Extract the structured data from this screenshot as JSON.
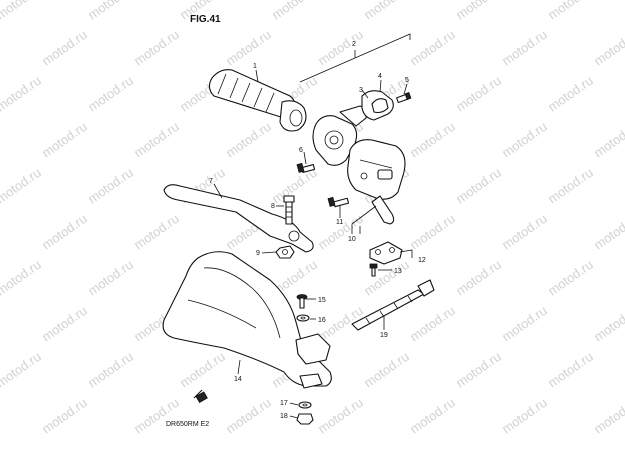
{
  "figure_title": "FIG.41",
  "model_code": "DR650RM E2",
  "watermark_text": "motod.ru",
  "callouts": [
    "1",
    "2",
    "3",
    "4",
    "5",
    "6",
    "7",
    "8",
    "9",
    "10",
    "11",
    "12",
    "13",
    "14",
    "15",
    "16",
    "17",
    "18",
    "19"
  ],
  "colors": {
    "line": "#111111",
    "watermark": "#d2d2d2",
    "background": "#ffffff"
  }
}
